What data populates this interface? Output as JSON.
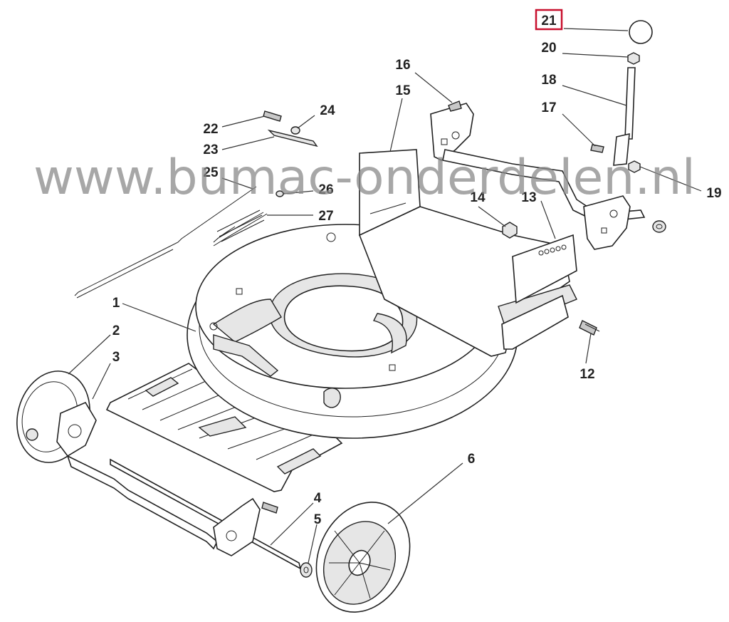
{
  "watermark": "www.bumac-onderdelen.nl",
  "highlight_color": "#c8102e",
  "callouts": [
    {
      "id": "c21",
      "text": "21",
      "highlighted": true
    },
    {
      "id": "c20",
      "text": "20"
    },
    {
      "id": "c18",
      "text": "18"
    },
    {
      "id": "c17",
      "text": "17"
    },
    {
      "id": "c19",
      "text": "19"
    },
    {
      "id": "c16",
      "text": "16"
    },
    {
      "id": "c15",
      "text": "15"
    },
    {
      "id": "c14",
      "text": "14"
    },
    {
      "id": "c13",
      "text": "13"
    },
    {
      "id": "c24",
      "text": "24"
    },
    {
      "id": "c22",
      "text": "22"
    },
    {
      "id": "c23",
      "text": "23"
    },
    {
      "id": "c25",
      "text": "25"
    },
    {
      "id": "c26",
      "text": "26"
    },
    {
      "id": "c27",
      "text": "27"
    },
    {
      "id": "c1",
      "text": "1"
    },
    {
      "id": "c2",
      "text": "2"
    },
    {
      "id": "c3",
      "text": "3"
    },
    {
      "id": "c12",
      "text": "12"
    },
    {
      "id": "c6",
      "text": "6"
    },
    {
      "id": "c4",
      "text": "4"
    },
    {
      "id": "c5",
      "text": "5"
    }
  ]
}
